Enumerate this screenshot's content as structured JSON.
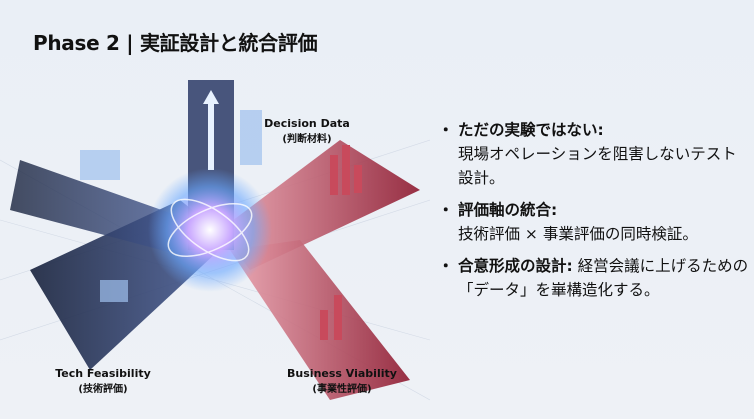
{
  "title": "Phase 2 | 実証設計と統合評価",
  "labels": {
    "decision": {
      "en": "Decision Data",
      "jp": "(判断材料)"
    },
    "tech": {
      "en": "Tech Feasibility",
      "jp": "(技術評価)"
    },
    "business": {
      "en": "Business Viability",
      "jp": "(事業性評価)"
    }
  },
  "bullets": [
    {
      "head": "ただの実験ではない:",
      "body": "現場オペレーションを阻害しないテスト設計。"
    },
    {
      "head": "評価軸の統合:",
      "body": "技術評価 × 事業評価の同時検証。"
    },
    {
      "head": "合意形成の設計:",
      "body": "経営会議に上げるための「データ」を崋構造化する。"
    }
  ],
  "colors": {
    "navy": "#1c2a4a",
    "red": "#a0233a",
    "glow": "#8fc4ff"
  }
}
